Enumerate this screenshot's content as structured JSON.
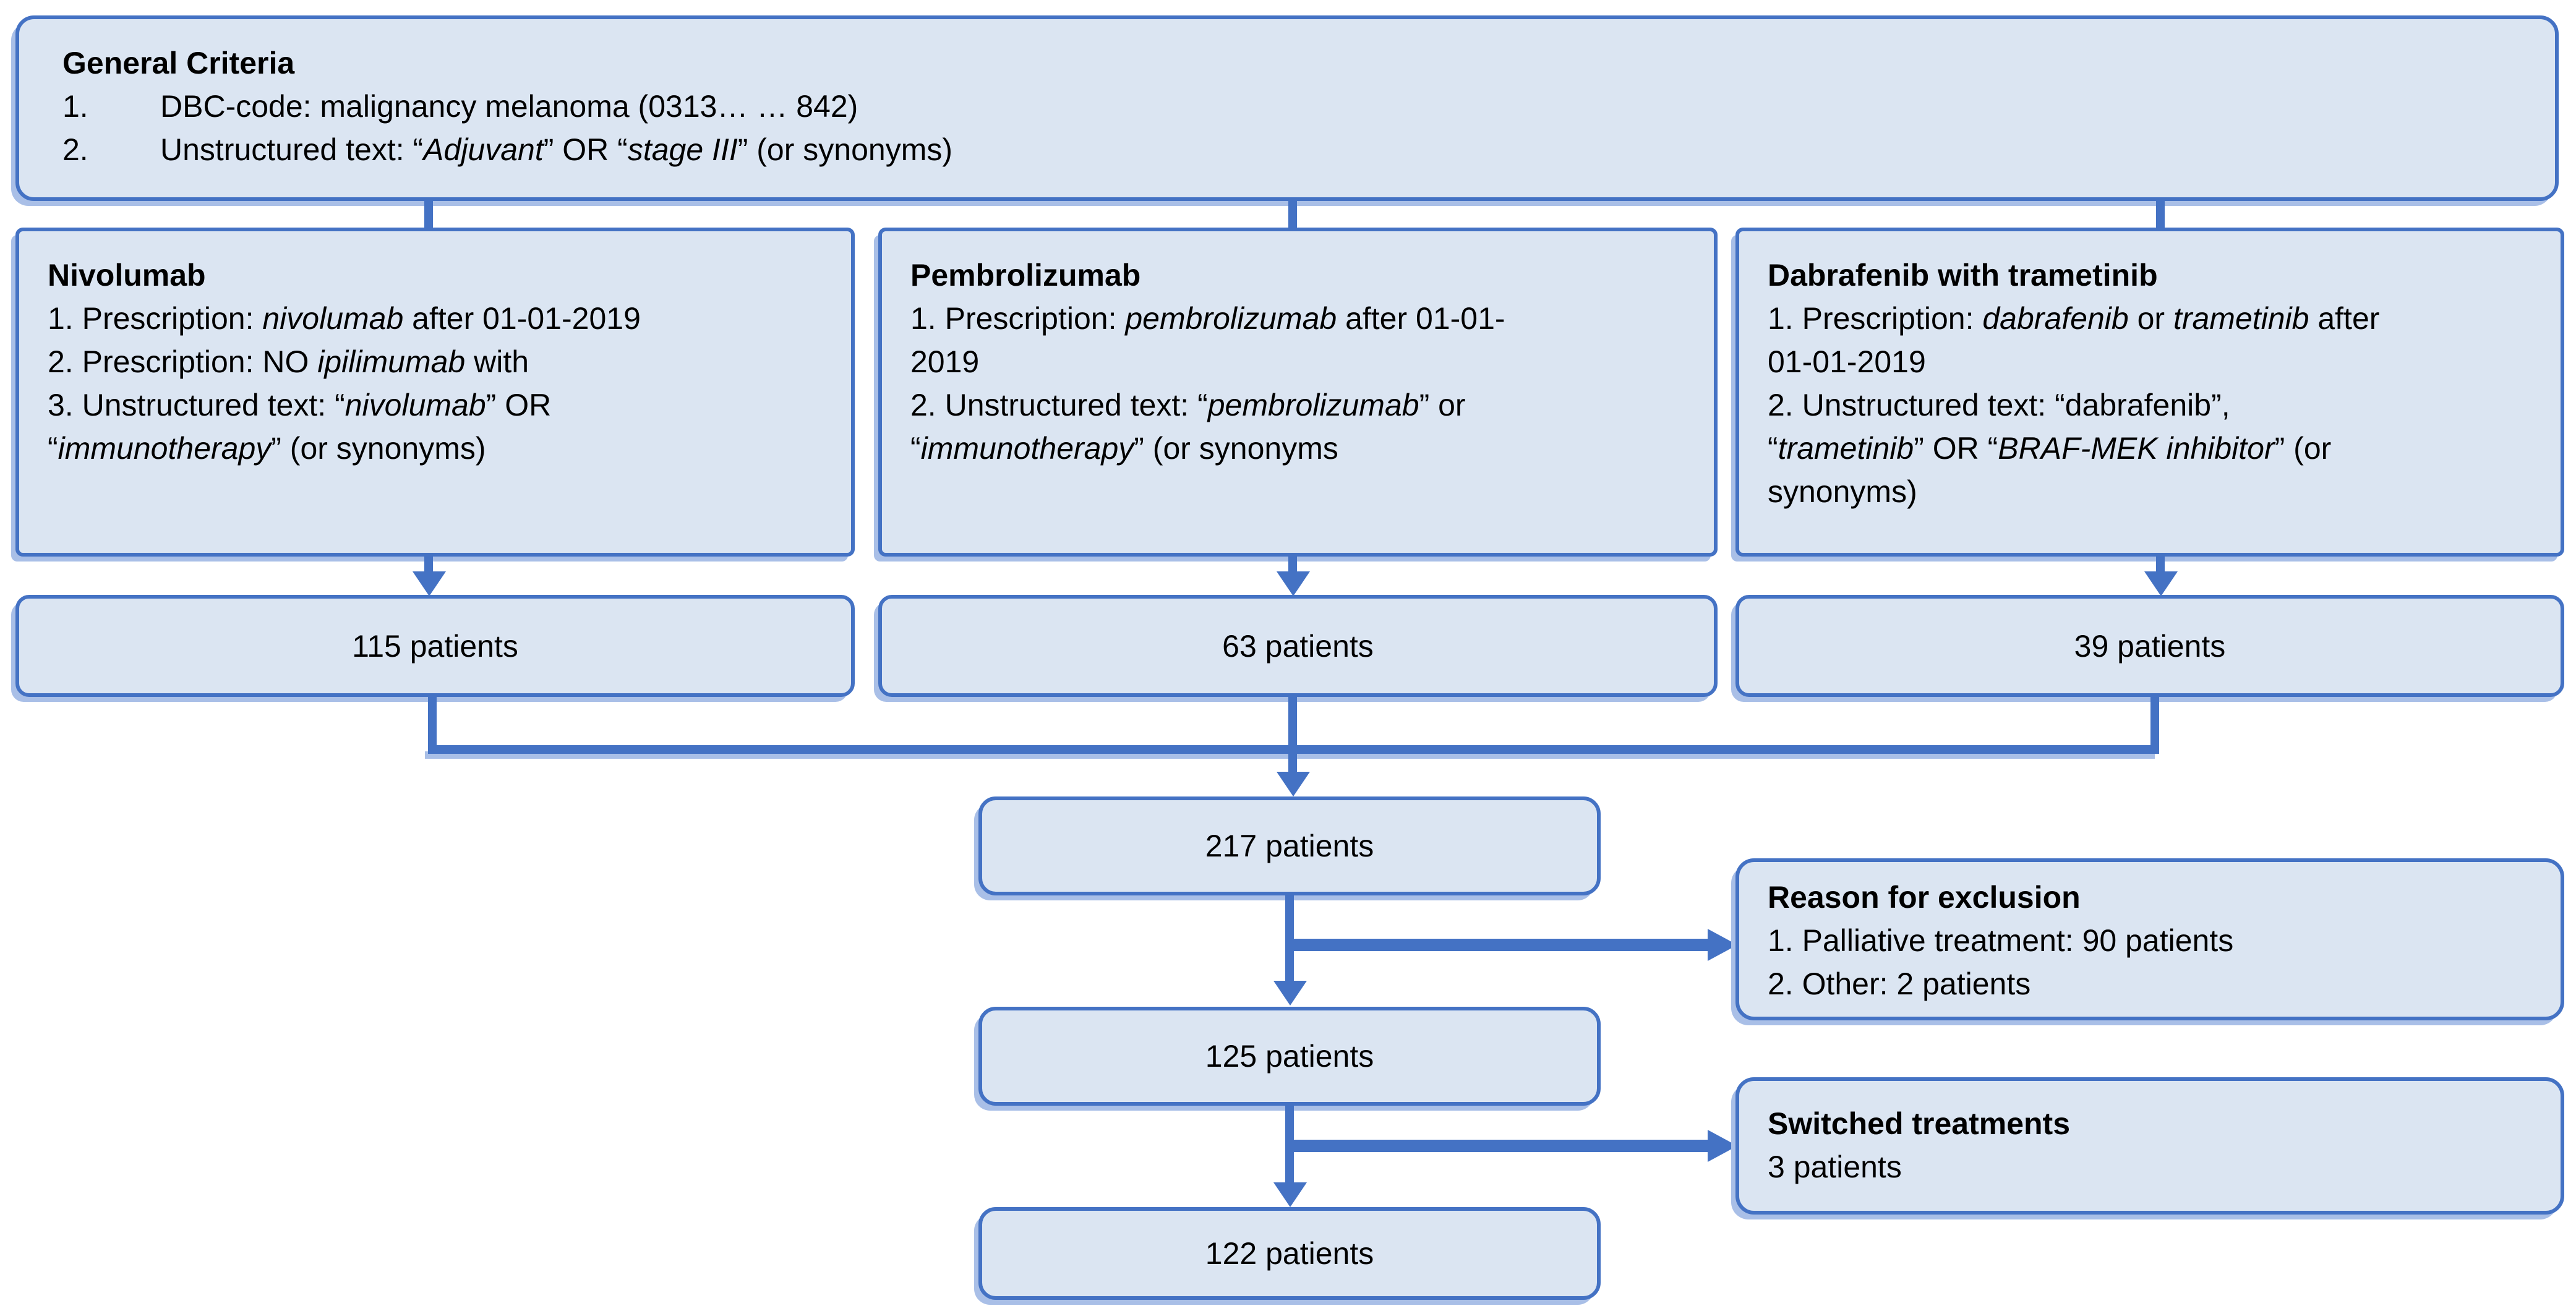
{
  "colors": {
    "box_fill": "#dbe5f2",
    "box_border": "#4472c4",
    "connector": "#4472c4",
    "shadow": "#a9bfe7",
    "text": "#000000"
  },
  "boxes": {
    "general": {
      "title": "General Criteria",
      "items": [
        {
          "num": "1.",
          "runs": [
            {
              "t": "DBC-code: malignancy melanoma (0313… … 842)"
            }
          ]
        },
        {
          "num": "2.",
          "runs": [
            {
              "t": "Unstructured text: “"
            },
            {
              "t": "Adjuvant",
              "i": true
            },
            {
              "t": "” OR “"
            },
            {
              "t": "stage III",
              "i": true
            },
            {
              "t": "” (or synonyms)"
            }
          ]
        }
      ]
    },
    "nivolumab": {
      "title": "Nivolumab",
      "items": [
        {
          "runs": [
            {
              "t": "1. Prescription: "
            },
            {
              "t": "nivolumab",
              "i": true
            },
            {
              "t": " after 01-01-2019"
            }
          ]
        },
        {
          "runs": [
            {
              "t": "2. Prescription: NO "
            },
            {
              "t": "ipilimumab",
              "i": true
            },
            {
              "t": " with"
            }
          ]
        },
        {
          "runs": [
            {
              "t": "3. Unstructured text: “"
            },
            {
              "t": "nivolumab",
              "i": true
            },
            {
              "t": "” OR\n“"
            },
            {
              "t": "immunotherapy",
              "i": true
            },
            {
              "t": "” (or synonyms)"
            }
          ]
        }
      ]
    },
    "pembrolizumab": {
      "title": "Pembrolizumab",
      "items": [
        {
          "runs": [
            {
              "t": "1. Prescription: "
            },
            {
              "t": "pembrolizumab",
              "i": true
            },
            {
              "t": " after 01-01-\n2019"
            }
          ]
        },
        {
          "runs": [
            {
              "t": "2. Unstructured text: “"
            },
            {
              "t": "pembrolizumab",
              "i": true
            },
            {
              "t": "” or\n“"
            },
            {
              "t": "immunotherapy",
              "i": true
            },
            {
              "t": "” (or synonyms"
            }
          ]
        }
      ]
    },
    "dabrafenib": {
      "title": "Dabrafenib with trametinib",
      "items": [
        {
          "runs": [
            {
              "t": "1. Prescription: "
            },
            {
              "t": "dabrafenib",
              "i": true
            },
            {
              "t": " or "
            },
            {
              "t": "trametinib",
              "i": true
            },
            {
              "t": " after\n01-01-2019"
            }
          ]
        },
        {
          "runs": [
            {
              "t": "2. Unstructured text: “dabrafenib”,\n“"
            },
            {
              "t": "trametinib",
              "i": true
            },
            {
              "t": "” OR “"
            },
            {
              "t": "BRAF-MEK inhibitor",
              "i": true
            },
            {
              "t": "” (or\nsynonyms)"
            }
          ]
        }
      ]
    },
    "counts": {
      "nivolumab": "115 patients",
      "pembrolizumab": "63 patients",
      "dabrafenib": "39 patients",
      "combined": "217 patients",
      "after_exclusion": "125 patients",
      "final": "122 patients"
    },
    "exclusion": {
      "title": "Reason for exclusion",
      "items": [
        {
          "runs": [
            {
              "t": "1. Palliative treatment: 90 patients"
            }
          ]
        },
        {
          "runs": [
            {
              "t": "2. Other: 2 patients"
            }
          ]
        }
      ]
    },
    "switched": {
      "title": "Switched treatments",
      "items": [
        {
          "runs": [
            {
              "t": "3 patients"
            }
          ]
        }
      ]
    }
  }
}
